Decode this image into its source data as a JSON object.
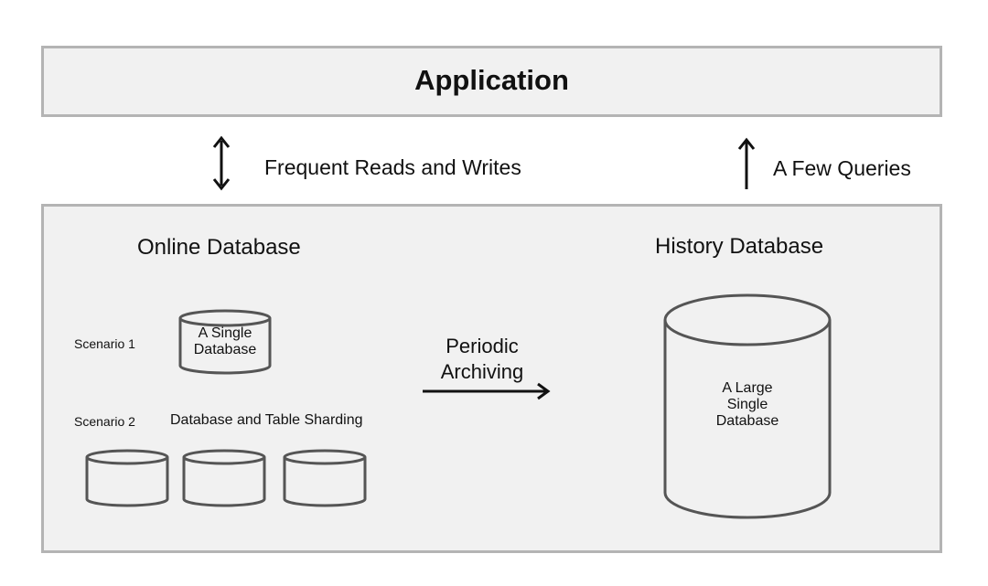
{
  "application": {
    "title": "Application"
  },
  "flows": {
    "reads_writes": "Frequent Reads and Writes",
    "few_queries": "A Few Queries",
    "periodic_archiving": "Periodic\nArchiving"
  },
  "online_database": {
    "title": "Online Database",
    "scenario1": {
      "label": "Scenario 1",
      "db_label": "A Single\nDatabase"
    },
    "scenario2": {
      "label": "Scenario 2",
      "description": "Database and Table Sharding"
    }
  },
  "history_database": {
    "title": "History Database",
    "db_label": "A Large\nSingle\nDatabase"
  },
  "colors": {
    "box_fill": "#f1f1f1",
    "box_border": "#b4b4b4",
    "stroke": "#555555",
    "arrow": "#111111"
  }
}
